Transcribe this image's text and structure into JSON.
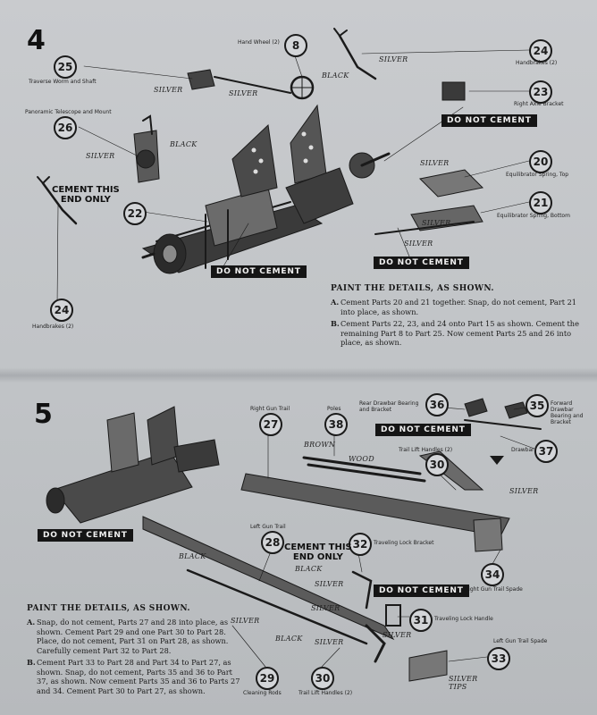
{
  "steps": [
    {
      "number": "4",
      "parts": [
        {
          "num": "8",
          "label": "Hand Wheel (2)"
        },
        {
          "num": "25",
          "label": "Traverse Worm and Shaft"
        },
        {
          "num": "26",
          "label": "Panoramic Telescope and Mount"
        },
        {
          "num": "22",
          "label": ""
        },
        {
          "num": "24",
          "label": "Handbrakes (2)"
        },
        {
          "num": "24b",
          "label": "Handbrakes (2)"
        },
        {
          "num": "23",
          "label": "Right Axle Bracket"
        },
        {
          "num": "20",
          "label": "Equilibrator Spring, Top"
        },
        {
          "num": "21",
          "label": "Equilibrator Spring, Bottom"
        }
      ],
      "color_labels": [
        "BLACK",
        "SILVER",
        "SILVER",
        "SILVER",
        "BLACK",
        "SILVER",
        "SILVER",
        "SILVER",
        "SILVER"
      ],
      "do_not_cement": [
        "DO NOT CEMENT",
        "DO NOT CEMENT",
        "DO NOT CEMENT"
      ],
      "cement_note": [
        "CEMENT THIS",
        "END ONLY"
      ],
      "instructions": {
        "heading": "PAINT THE DETAILS, AS SHOWN.",
        "items": [
          {
            "key": "A.",
            "text": "Cement Parts 20 and 21 together. Snap, do not cement, Part 21 into place, as shown."
          },
          {
            "key": "B.",
            "text": "Cement Parts 22, 23, and 24 onto Part 15 as shown. Cement the remaining Part 8 to Part 25. Now cement Parts 25 and 26 into place, as shown."
          }
        ]
      }
    },
    {
      "number": "5",
      "parts": [
        {
          "num": "27",
          "label": "Right Gun Trail"
        },
        {
          "num": "38",
          "label": "Poles"
        },
        {
          "num": "36",
          "label": "Rear Drawbar Bearing and Bracket"
        },
        {
          "num": "35",
          "label": "Forward Drawbar Bearing and Bracket"
        },
        {
          "num": "37",
          "label": "Drawbar"
        },
        {
          "num": "30",
          "label": "Trail Lift Handles (2)"
        },
        {
          "num": "28",
          "label": "Left Gun Trail"
        },
        {
          "num": "32",
          "label": "Traveling Lock Bracket"
        },
        {
          "num": "34",
          "label": "Right Gun Trail Spade"
        },
        {
          "num": "31",
          "label": "Traveling Lock Handle"
        },
        {
          "num": "29",
          "label": "Cleaning Rods"
        },
        {
          "num": "30b",
          "label": "Trail Lift Handles (2)"
        },
        {
          "num": "33",
          "label": "Left Gun Trail Spade"
        }
      ],
      "color_labels": [
        "BROWN",
        "WOOD",
        "SILVER",
        "BLACK",
        "BLACK",
        "SILVER",
        "SILVER",
        "BLACK",
        "SILVER",
        "SILVER",
        "SILVER"
      ],
      "silver_tips": [
        "SILVER",
        "TIPS"
      ],
      "do_not_cement": [
        "DO NOT CEMENT",
        "DO NOT CEMENT",
        "DO NOT CEMENT"
      ],
      "cement_note": [
        "CEMENT THIS",
        "END ONLY"
      ],
      "instructions": {
        "heading": "PAINT THE DETAILS, AS SHOWN.",
        "items": [
          {
            "key": "A.",
            "text": "Snap, do not cement, Parts 27 and 28 into place, as shown. Cement Part 29 and one Part 30 to Part 28. Place, do not cement, Part 31 on Part 28, as shown. Carefully cement Part 32 to Part 28."
          },
          {
            "key": "B.",
            "text": "Cement Part 33 to Part 28 and Part 34 to Part 27, as shown. Snap, do not cement, Parts 35 and 36 to Part 37, as shown. Now cement Parts 35 and 36 to Parts 27 and 34. Cement Part 30 to Part 27, as shown."
          }
        ]
      }
    }
  ]
}
